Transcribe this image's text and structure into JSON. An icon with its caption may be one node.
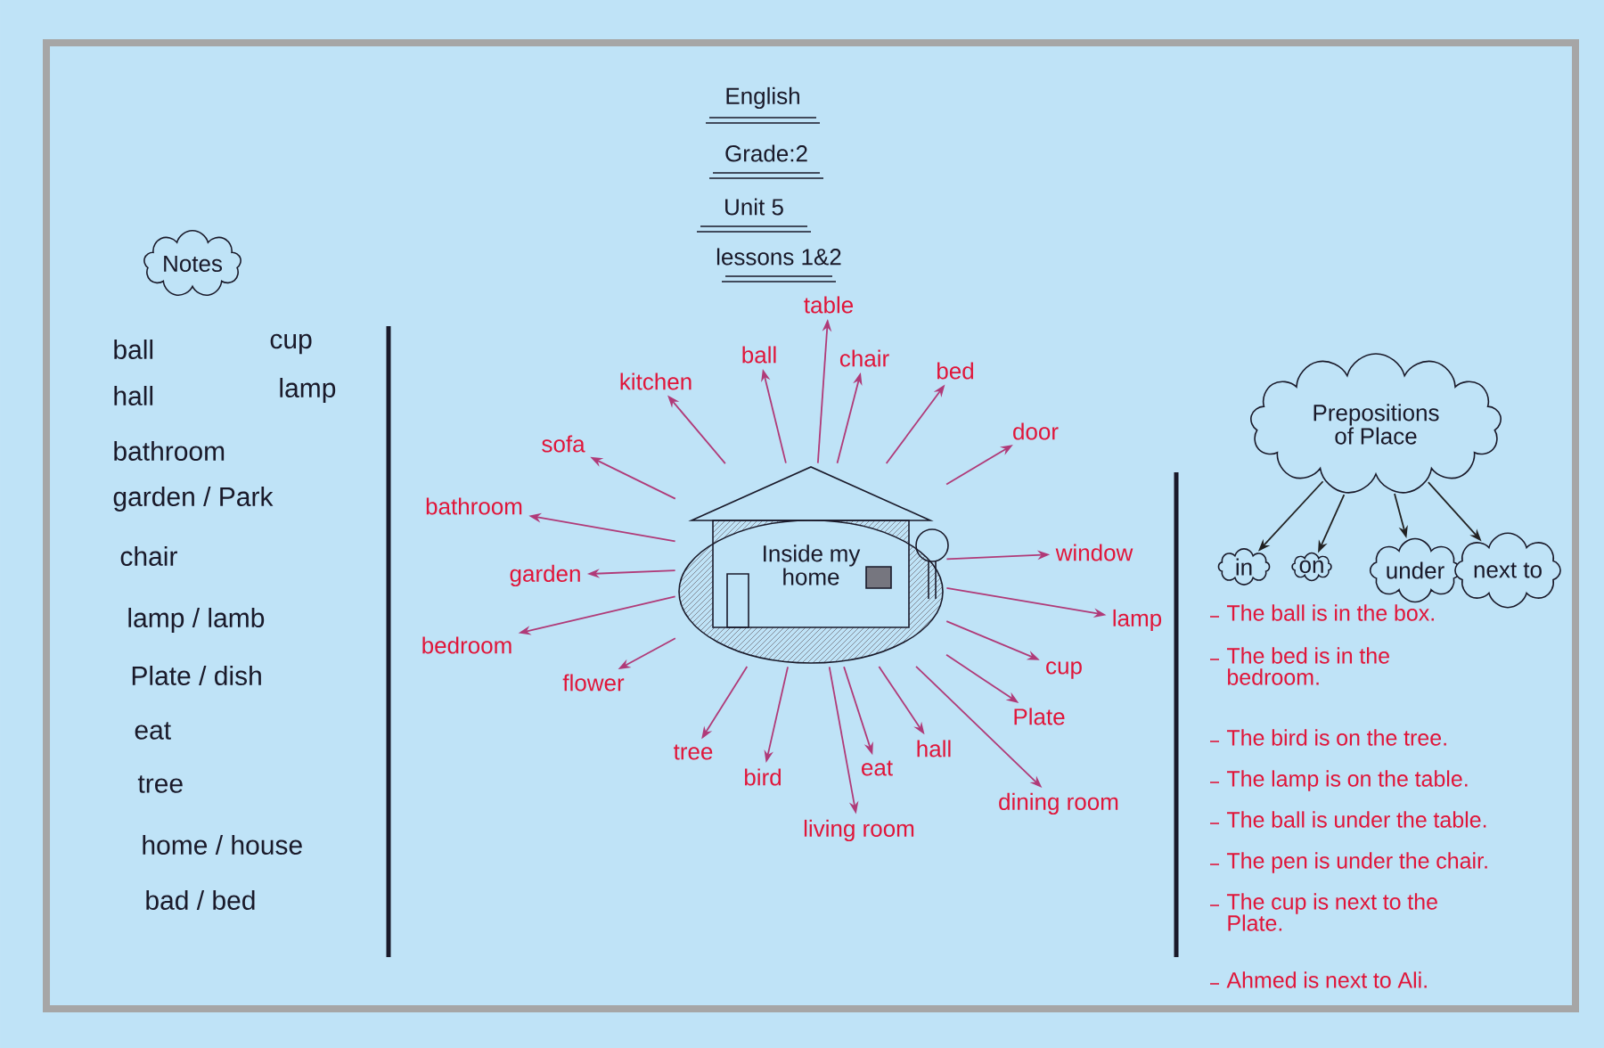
{
  "diagram": {
    "title": "English",
    "nodes": [
      {
        "text": [
          "Notes"
        ]
      },
      {
        "text": [
          "Inside my home"
        ]
      },
      {
        "text": [
          "table"
        ]
      },
      {
        "text": [
          "ball"
        ]
      },
      {
        "text": [
          "chair"
        ]
      },
      {
        "text": [
          "bed"
        ]
      },
      {
        "text": [
          "kitchen"
        ]
      },
      {
        "text": [
          "door"
        ]
      },
      {
        "text": [
          "sofa"
        ]
      },
      {
        "text": [
          "bathroom"
        ]
      },
      {
        "text": [
          "garden"
        ]
      },
      {
        "text": [
          "window"
        ]
      },
      {
        "text": [
          "lamp"
        ]
      },
      {
        "text": [
          "bedroom"
        ]
      },
      {
        "text": [
          "flower"
        ]
      },
      {
        "text": [
          "cup"
        ]
      },
      {
        "text": [
          "Plate"
        ]
      },
      {
        "text": [
          "tree"
        ]
      },
      {
        "text": [
          "bird"
        ]
      },
      {
        "text": [
          "eat"
        ]
      },
      {
        "text": [
          "hall"
        ]
      },
      {
        "text": [
          "dining room"
        ]
      },
      {
        "text": [
          "living room"
        ]
      },
      {
        "text": [
          "Prepositions of Place"
        ]
      },
      {
        "text": [
          "in"
        ]
      },
      {
        "text": [
          "on"
        ]
      },
      {
        "text": [
          "under"
        ]
      },
      {
        "text": [
          "next to"
        ]
      }
    ],
    "edges": [
      {
        "from": 1,
        "to": 2,
        "arrow": "to"
      },
      {
        "from": 1,
        "to": 3,
        "arrow": "to"
      },
      {
        "from": 1,
        "to": 4,
        "arrow": "to"
      },
      {
        "from": 1,
        "to": 5,
        "arrow": "to"
      },
      {
        "from": 1,
        "to": 6,
        "arrow": "to"
      },
      {
        "from": 1,
        "to": 7,
        "arrow": "to"
      },
      {
        "from": 1,
        "to": 8,
        "arrow": "to"
      },
      {
        "from": 1,
        "to": 9,
        "arrow": "to"
      },
      {
        "from": 1,
        "to": 10,
        "arrow": "to"
      },
      {
        "from": 1,
        "to": 11,
        "arrow": "to"
      },
      {
        "from": 1,
        "to": 12,
        "arrow": "to"
      },
      {
        "from": 1,
        "to": 13,
        "arrow": "to"
      },
      {
        "from": 1,
        "to": 14,
        "arrow": "to"
      },
      {
        "from": 1,
        "to": 15,
        "arrow": "to"
      },
      {
        "from": 1,
        "to": 16,
        "arrow": "to"
      },
      {
        "from": 1,
        "to": 17,
        "arrow": "to"
      },
      {
        "from": 1,
        "to": 18,
        "arrow": "to"
      },
      {
        "from": 1,
        "to": 19,
        "arrow": "to"
      },
      {
        "from": 1,
        "to": 20,
        "arrow": "to"
      },
      {
        "from": 1,
        "to": 21,
        "arrow": "to"
      },
      {
        "from": 1,
        "to": 22,
        "arrow": "to"
      },
      {
        "from": 23,
        "to": 24,
        "arrow": "to",
        "color": "#222222"
      },
      {
        "from": 23,
        "to": 25,
        "arrow": "to",
        "color": "#222222"
      },
      {
        "from": 23,
        "to": 26,
        "arrow": "to",
        "color": "#222222"
      },
      {
        "from": 23,
        "to": 27,
        "arrow": "to",
        "color": "#222222"
      }
    ],
    "labels": [
      "Grade:2",
      "Unit 5",
      "lessons 1&2",
      "ball",
      "cup",
      "hall",
      "lamp",
      "bathroom",
      "garden / Park",
      "chair",
      "lamp / lamb",
      "Plate / dish",
      "eat",
      "tree",
      "home / house",
      "bad / bed",
      "The ball is in the box.",
      "The bed is in the bedroom.",
      "The bird is on the tree.",
      "The lamp is on the table.",
      "The ball is under the table.",
      "The pen is under the chair.",
      "The cup is next to the Plate.",
      "Ahmed is next to Ali."
    ]
  }
}
